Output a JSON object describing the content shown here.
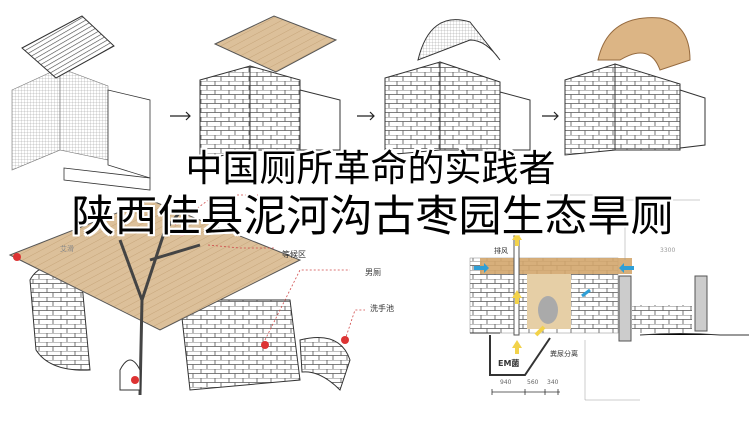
{
  "title": {
    "line1": "中国厕所革命的实践者",
    "line2": "陕西佳县泥河沟古枣园生态旱厕"
  },
  "pavilion_labels": {
    "roof": "艾滑",
    "waiting": "等候区",
    "male": "男厕",
    "wash": "洗手池"
  },
  "section_labels": {
    "exhaust": "排风",
    "em": "EM菌",
    "separation": "粪尿分离",
    "dim_top": "3300",
    "dims": [
      "940",
      "560",
      "340"
    ]
  },
  "colors": {
    "wood": "#d9b98a",
    "blue_arrow": "#2f9fd6",
    "yellow_arrow": "#f2d24a",
    "leader": "#d04a4a"
  }
}
